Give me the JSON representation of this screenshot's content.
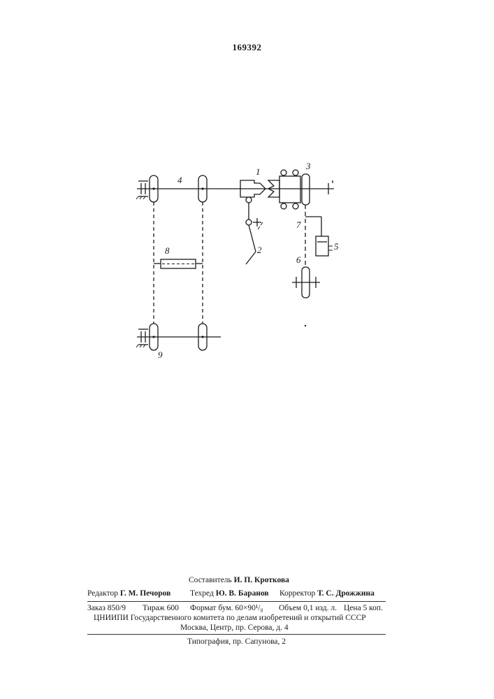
{
  "patent_number": "169392",
  "labels": {
    "l1": "1",
    "l2": "2",
    "l3": "3",
    "l4": "4",
    "l5": "5",
    "l6": "6",
    "l7": "7",
    "l8": "8",
    "l9": "9"
  },
  "footer": {
    "compiler_label": "Составитель",
    "compiler_name": "И. П. Кроткова",
    "editor_label": "Редактор",
    "editor_name": "Г. М. Печоров",
    "techred_label": "Техред",
    "techred_name": "Ю. В. Баранов",
    "corrector_label": "Корректор",
    "corrector_name": "Т. С. Дрожжина",
    "order": "Заказ 850/9",
    "circulation": "Тираж 600",
    "format": "Формат бум. 60×90¹/₈",
    "volume": "Объем 0,1 изд. л.",
    "price": "Цена 5 коп.",
    "org": "ЦНИИПИ Государственного комитета по делам изобретений и открытий СССР",
    "address": "Москва, Центр, пр. Серова, д. 4",
    "printer": "Типография, пр. Сапунова, 2"
  }
}
